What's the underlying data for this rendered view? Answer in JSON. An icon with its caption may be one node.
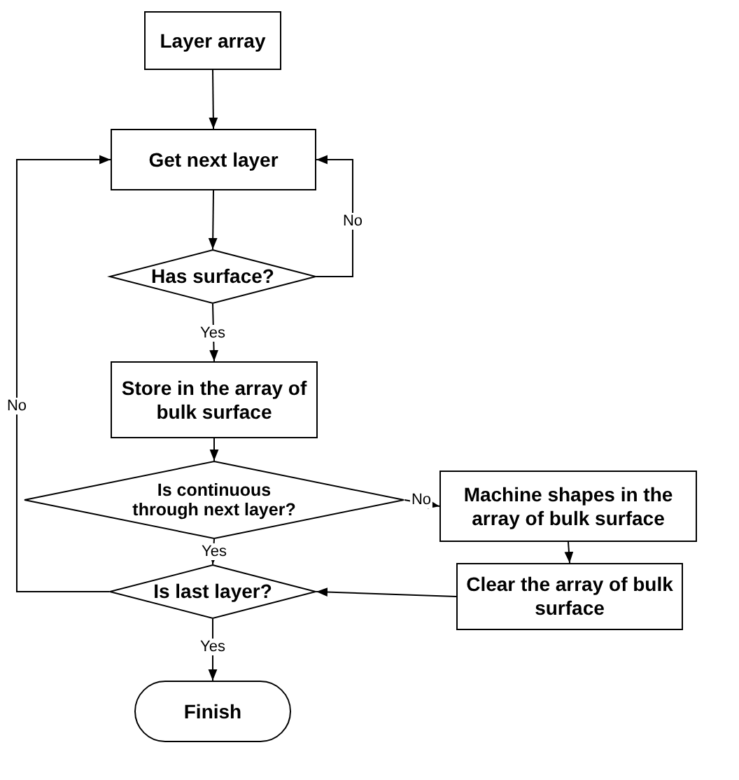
{
  "diagram": {
    "nodes": [
      {
        "text": [
          "Layer array"
        ]
      },
      {
        "text": [
          "Get next layer"
        ]
      },
      {
        "text": [
          "Has surface?"
        ]
      },
      {
        "text": [
          "Store in the array of bulk surface"
        ]
      },
      {
        "text": [
          "Is continuous through next layer?"
        ]
      },
      {
        "text": [
          "Machine shapes in the array of bulk surface"
        ]
      },
      {
        "text": [
          "Is last layer?"
        ]
      },
      {
        "text": [
          "Clear the array of bulk surface"
        ]
      },
      {
        "text": [
          "Finish"
        ]
      }
    ],
    "edges": [
      {
        "from": 0,
        "to": 1,
        "arrow": "to"
      },
      {
        "from": 1,
        "to": 2,
        "arrow": "to"
      },
      {
        "from": 2,
        "to": 1,
        "arrow": "to",
        "label": "No"
      },
      {
        "from": 2,
        "to": 3,
        "arrow": "to",
        "label": "Yes"
      },
      {
        "from": 3,
        "to": 4,
        "arrow": "to"
      },
      {
        "from": 4,
        "to": 5,
        "arrow": "to",
        "label": "No"
      },
      {
        "from": 4,
        "to": 6,
        "arrow": "to",
        "label": "Yes"
      },
      {
        "from": 5,
        "to": 7,
        "arrow": "to"
      },
      {
        "from": 7,
        "to": 6,
        "arrow": "to"
      },
      {
        "from": 6,
        "to": 1,
        "arrow": "to",
        "label": "No"
      },
      {
        "from": 6,
        "to": 8,
        "arrow": "to",
        "label": "Yes"
      }
    ]
  }
}
